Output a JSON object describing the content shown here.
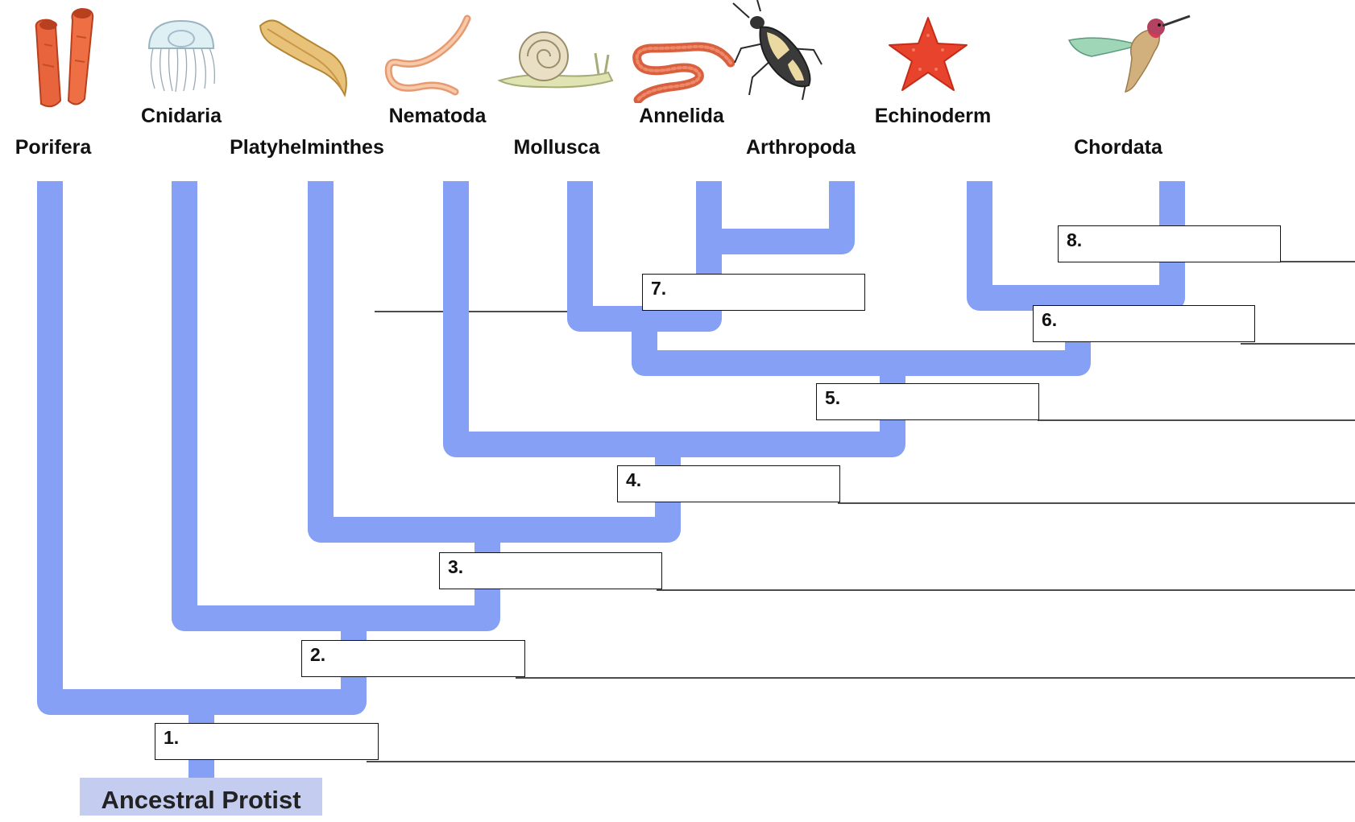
{
  "phyla": [
    {
      "id": "porifera",
      "label": "Porifera",
      "icon": "sponge-icon"
    },
    {
      "id": "cnidaria",
      "label": "Cnidaria",
      "icon": "jellyfish-icon"
    },
    {
      "id": "platyhelminthes",
      "label": "Platyhelminthes",
      "icon": "flatworm-icon"
    },
    {
      "id": "nematoda",
      "label": "Nematoda",
      "icon": "roundworm-icon"
    },
    {
      "id": "mollusca",
      "label": "Mollusca",
      "icon": "snail-icon"
    },
    {
      "id": "annelida",
      "label": "Annelida",
      "icon": "earthworm-icon"
    },
    {
      "id": "arthropoda",
      "label": "Arthropoda",
      "icon": "insect-icon"
    },
    {
      "id": "echinoderm",
      "label": "Echinoderm",
      "icon": "starfish-icon"
    },
    {
      "id": "chordata",
      "label": "Chordata",
      "icon": "hummingbird-icon"
    }
  ],
  "answers": [
    {
      "number": "1.",
      "value": ""
    },
    {
      "number": "2.",
      "value": ""
    },
    {
      "number": "3.",
      "value": ""
    },
    {
      "number": "4.",
      "value": ""
    },
    {
      "number": "5.",
      "value": ""
    },
    {
      "number": "6.",
      "value": ""
    },
    {
      "number": "7.",
      "value": ""
    },
    {
      "number": "8.",
      "value": ""
    }
  ],
  "root": {
    "label": "Ancestral Protist"
  },
  "colors": {
    "branch": "#85a0f5",
    "root_box": "#c4ccf0",
    "line": "#111111"
  }
}
